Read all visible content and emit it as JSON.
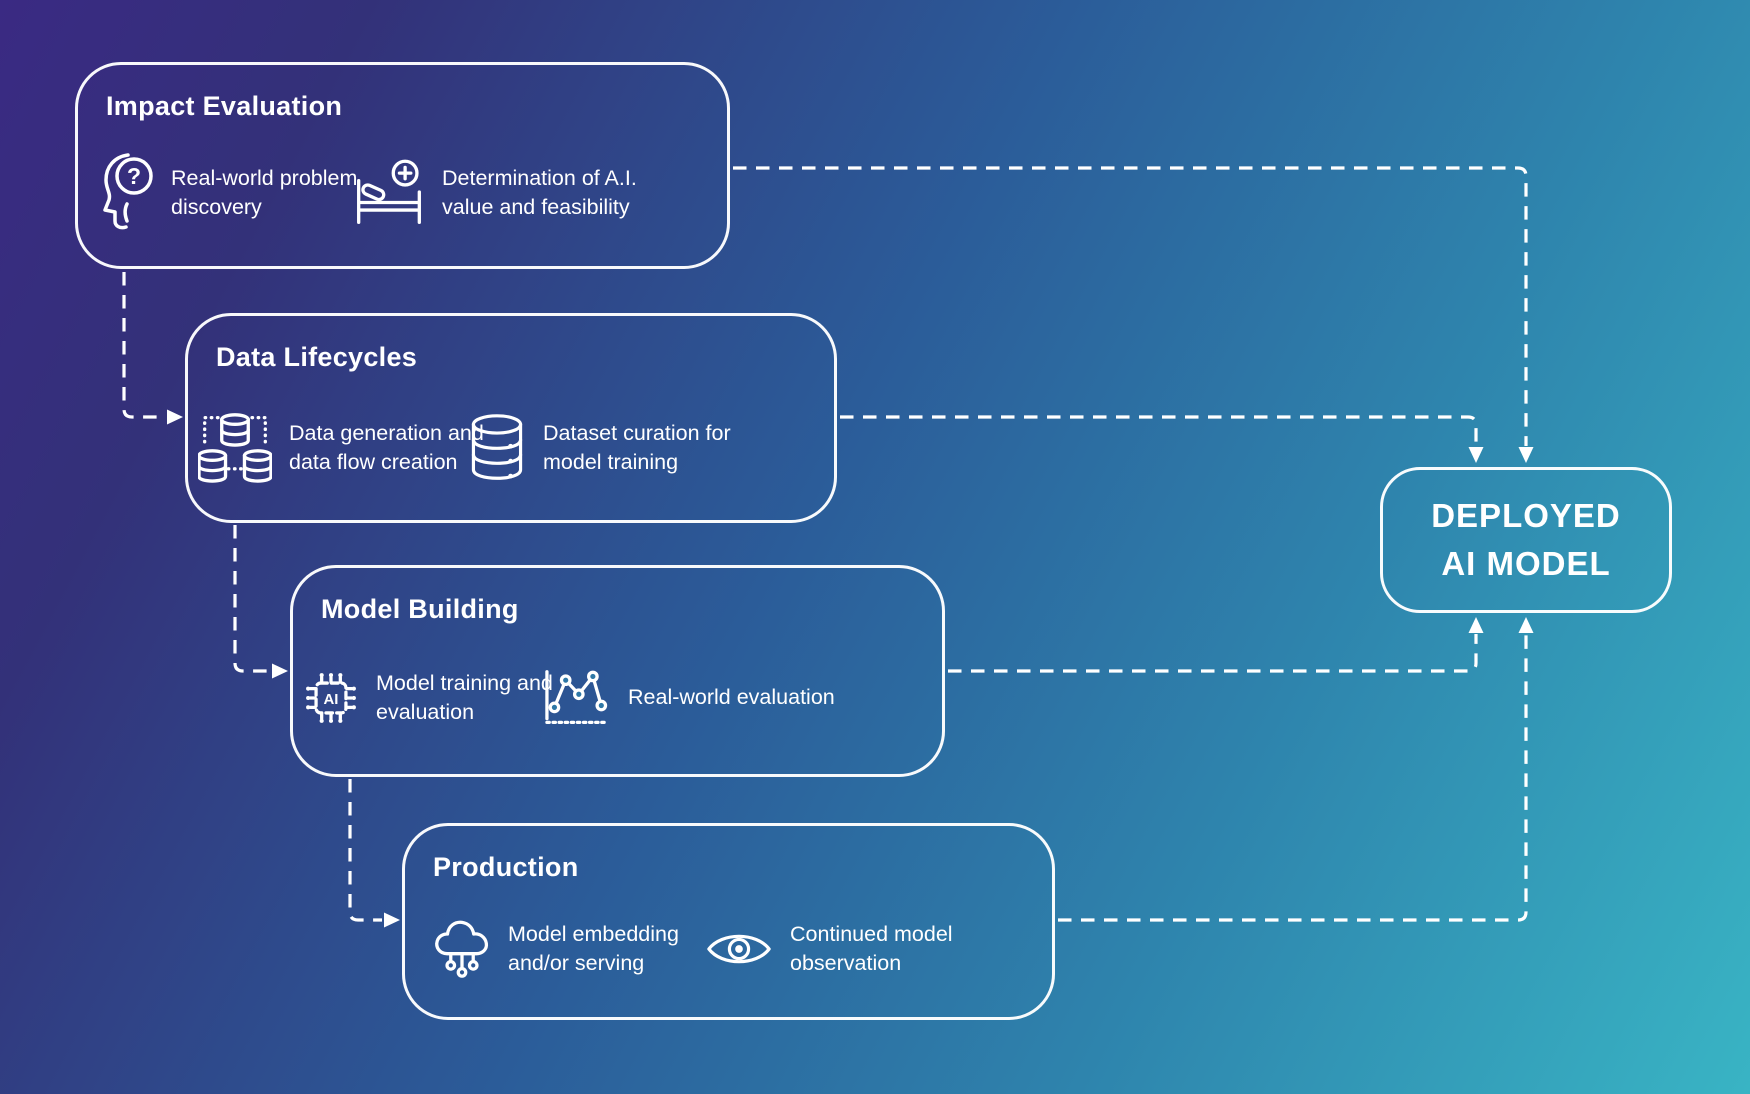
{
  "stages": [
    {
      "title": "Impact Evaluation",
      "items": [
        {
          "icon": "head-question-icon",
          "lines": [
            "Real-world problem",
            "discovery"
          ]
        },
        {
          "icon": "hospital-bed-icon",
          "lines": [
            "Determination of A.I.",
            "value and feasibility"
          ]
        }
      ]
    },
    {
      "title": "Data Lifecycles",
      "items": [
        {
          "icon": "databases-network-icon",
          "lines": [
            "Data generation and",
            "data flow creation"
          ]
        },
        {
          "icon": "database-icon",
          "lines": [
            "Dataset curation for",
            "model training"
          ]
        }
      ]
    },
    {
      "title": "Model Building",
      "items": [
        {
          "icon": "ai-chip-icon",
          "lines": [
            "Model training and",
            "evaluation"
          ]
        },
        {
          "icon": "scatter-chart-icon",
          "lines": [
            "Real-world evaluation"
          ]
        }
      ]
    },
    {
      "title": "Production",
      "items": [
        {
          "icon": "cloud-serving-icon",
          "lines": [
            "Model embedding",
            "and/or serving"
          ]
        },
        {
          "icon": "eye-icon",
          "lines": [
            "Continued model",
            "observation"
          ]
        }
      ]
    }
  ],
  "deployed": {
    "lines": [
      "DEPLOYED",
      "AI MODEL"
    ]
  },
  "icon_glyphs": {
    "question": "?",
    "ai": "AI"
  },
  "colors": {
    "gradient_top_left": "#3a2a83",
    "gradient_mid": "#2b5c99",
    "gradient_bottom_right": "#39b4c4",
    "line_and_border": "#ffffff",
    "text": "#ffffff"
  }
}
